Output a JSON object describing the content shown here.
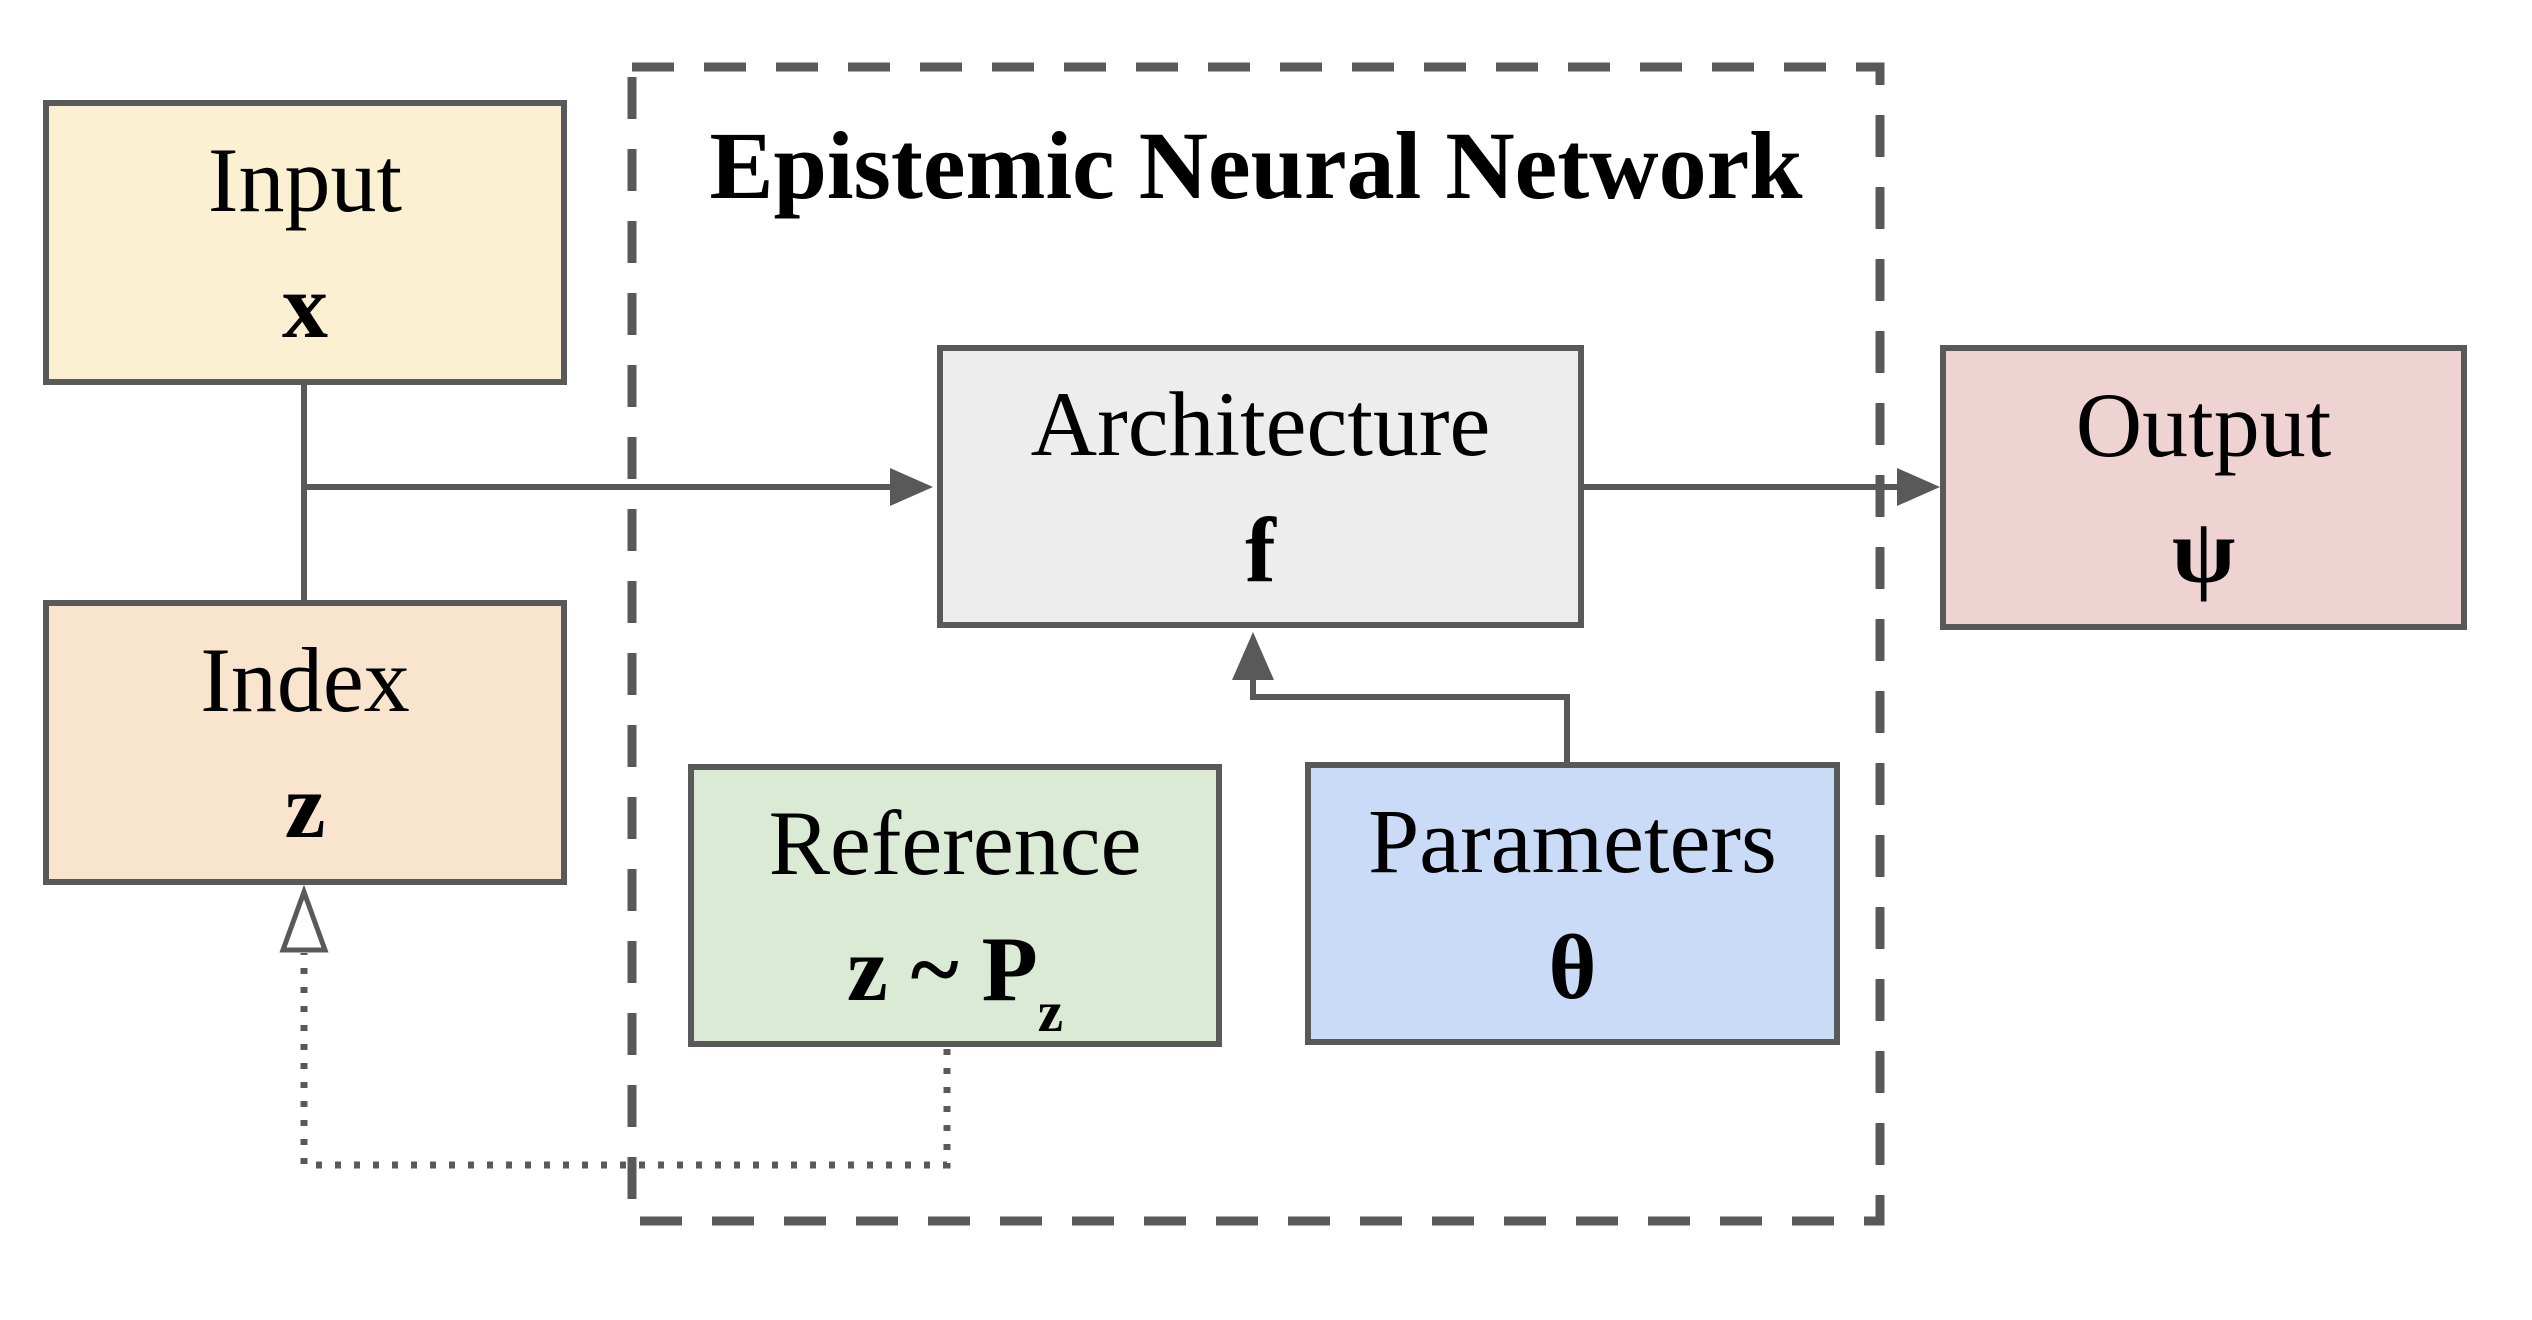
{
  "diagram": {
    "title": "Epistemic Neural Network",
    "colors": {
      "line": "#595959",
      "text": "#000000",
      "background": "#ffffff",
      "input_fill": "#FBF0D1",
      "index_fill": "#F9E4CE",
      "architecture_fill": "#EDEDED",
      "reference_fill": "#DBEAD5",
      "parameters_fill": "#CADBF7",
      "output_fill": "#EED3D2"
    },
    "boxes": {
      "input": {
        "label": "Input",
        "symbol": "x"
      },
      "index": {
        "label": "Index",
        "symbol": "z"
      },
      "architecture": {
        "label": "Architecture",
        "symbol": "f"
      },
      "reference": {
        "label": "Reference",
        "symbol": "z ~ P",
        "symbol_sub": "z"
      },
      "parameters": {
        "label": "Parameters",
        "symbol": "θ"
      },
      "output": {
        "label": "Output",
        "symbol": "ψ"
      }
    },
    "edges": [
      {
        "from": "input",
        "to": "index",
        "line": "solid",
        "arrowhead": "none"
      },
      {
        "from": "input-index-junction",
        "to": "architecture",
        "line": "solid",
        "arrowhead": "filled"
      },
      {
        "from": "architecture",
        "to": "output",
        "line": "solid",
        "arrowhead": "filled"
      },
      {
        "from": "parameters",
        "to": "architecture",
        "line": "solid",
        "arrowhead": "filled"
      },
      {
        "from": "reference",
        "to": "index",
        "line": "dotted",
        "arrowhead": "hollow"
      }
    ]
  }
}
